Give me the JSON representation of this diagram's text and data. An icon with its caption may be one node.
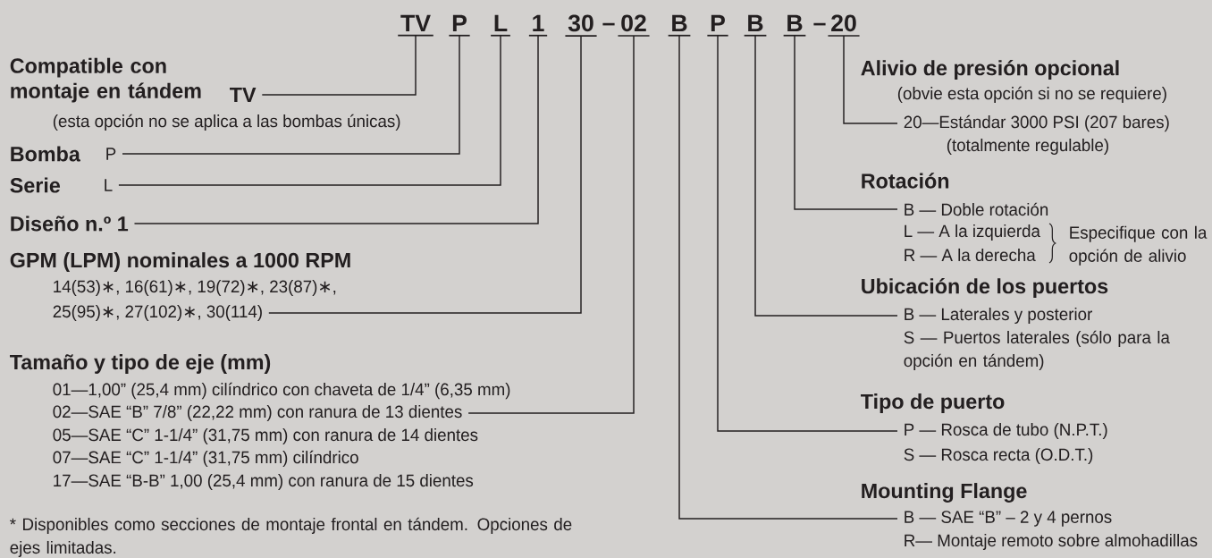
{
  "diagram": {
    "nodes": [
      {
        "text": [
          "TV"
        ]
      },
      {
        "text": [
          "P"
        ]
      },
      {
        "text": [
          "L"
        ]
      },
      {
        "text": [
          "1"
        ]
      },
      {
        "text": [
          "30"
        ]
      },
      {
        "text": [
          "02"
        ]
      },
      {
        "text": [
          "B"
        ]
      },
      {
        "text": [
          "P"
        ]
      },
      {
        "text": [
          "B"
        ]
      },
      {
        "text": [
          "B"
        ]
      },
      {
        "text": [
          "20"
        ]
      },
      {
        "text": [
          "TV"
        ]
      },
      {
        "text": [
          "P"
        ]
      },
      {
        "text": [
          "L"
        ]
      },
      {
        "text": [
          "Diseño n.º 1"
        ]
      },
      {
        "text": [
          "25(95)∗, 27(102)∗, 30(114)"
        ]
      },
      {
        "text": [
          "02—SAE “B” 7/8” (22,22 mm) con ranura de 13 dientes"
        ]
      },
      {
        "text": [
          "20—Estándar 3000 PSI (207 bares)"
        ]
      },
      {
        "text": [
          "B — Doble rotación"
        ]
      },
      {
        "text": [
          "B — Laterales y posterior"
        ]
      },
      {
        "text": [
          "P — Rosca de tubo  (N.P.T.)"
        ]
      },
      {
        "text": [
          "B — SAE “B” – 2 y 4 pernos"
        ]
      }
    ],
    "edges": [
      {
        "from": 0,
        "to": 11,
        "arrow": "none"
      },
      {
        "from": 1,
        "to": 12,
        "arrow": "none"
      },
      {
        "from": 2,
        "to": 13,
        "arrow": "none"
      },
      {
        "from": 3,
        "to": 14,
        "arrow": "none"
      },
      {
        "from": 4,
        "to": 15,
        "arrow": "none"
      },
      {
        "from": 5,
        "to": 16,
        "arrow": "none"
      },
      {
        "from": 10,
        "to": 17,
        "arrow": "none"
      },
      {
        "from": 9,
        "to": 18,
        "arrow": "none"
      },
      {
        "from": 8,
        "to": 19,
        "arrow": "none"
      },
      {
        "from": 7,
        "to": 20,
        "arrow": "none"
      },
      {
        "from": 6,
        "to": 21,
        "arrow": "none"
      }
    ],
    "labels": [
      "–",
      "–",
      "Compatible con montaje en tándem",
      "Alivio de presión opcional",
      "(obvie esta opción si no se requiere)",
      "(esta opción no se aplica a las bombas únicas)",
      "(totalmente regulable)",
      "Bomba",
      "Serie",
      "Rotación",
      "L — A la izquierda",
      "R — A la derecha",
      "Especifique con la opción de alivio",
      "GPM (LPM) nominales a 1000 RPM",
      "14(53)∗, 16(61)∗, 19(72)∗, 23(87)∗,",
      "Ubicación de los puertos",
      "S — Puertos laterales (sólo para la opción en tándem)",
      "Tamaño y tipo de eje (mm)",
      "01—1,00” (25,4 mm) cilíndrico con chaveta de 1/4” (6,35 mm)",
      "Tipo de puerto",
      "05—SAE “C” 1-1/4” (31,75 mm) con ranura de 14 dientes",
      "07—SAE “C” 1-1/4” (31,75 mm) cilíndrico",
      "S — Rosca recta  (O.D.T.)",
      "17—SAE “B-B” 1,00 (25,4 mm) con ranura de 15 dientes",
      "Mounting Flange",
      "* Disponibles como secciones de montaje frontal en tándem. Opciones de ejes limitadas.",
      "R— Montaje remoto sobre almohadillas"
    ]
  }
}
